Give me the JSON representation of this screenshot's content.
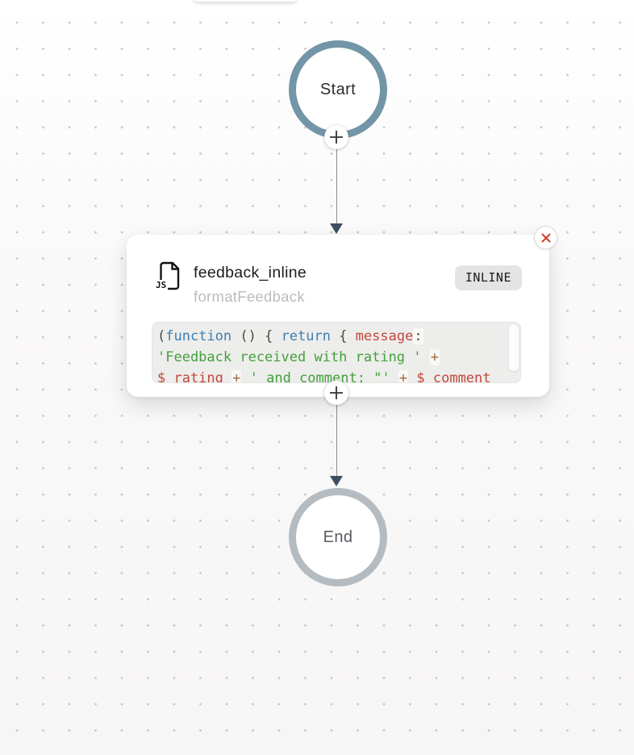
{
  "colors": {
    "start_border": "#7295a7",
    "end_border": "#b5bcc1",
    "arrow": "#3e4f63",
    "line": "#888d91",
    "close_x": "#d63a2e",
    "kw": "#3d7fb2",
    "str": "#44a03c",
    "variable": "#c2473d",
    "op": "#a8683a",
    "pun": "#4a4a4a",
    "code_bg": "#ededeb",
    "badge_bg": "#e4e4e4"
  },
  "icons": {
    "plus": "+",
    "close": "✕",
    "js_label": "JS"
  },
  "nodes": {
    "start": {
      "label": "Start"
    },
    "end": {
      "label": "End"
    }
  },
  "task_card": {
    "title": "feedback_inline",
    "subtitle": "formatFeedback",
    "badge": "INLINE",
    "code_lines": [
      [
        {
          "t": "(",
          "c": "pun"
        },
        {
          "t": "function",
          "c": "kw"
        },
        {
          "t": " () { ",
          "c": "pun"
        },
        {
          "t": "return",
          "c": "kw"
        },
        {
          "t": " { ",
          "c": "pun"
        },
        {
          "t": "message",
          "c": "var"
        },
        {
          "t": ":",
          "c": "colon"
        }
      ],
      [
        {
          "t": "'Feedback received with rating ' ",
          "c": "str"
        },
        {
          "t": "+",
          "c": "op"
        }
      ],
      [
        {
          "t": "$_rating",
          "c": "var"
        },
        {
          "t": " ",
          "c": "pun"
        },
        {
          "t": "+",
          "c": "op"
        },
        {
          "t": " ",
          "c": "pun"
        },
        {
          "t": "' and comment: \"'",
          "c": "str"
        },
        {
          "t": " ",
          "c": "pun"
        },
        {
          "t": "+",
          "c": "op"
        },
        {
          "t": " ",
          "c": "pun"
        },
        {
          "t": "$_comment",
          "c": "var"
        }
      ]
    ]
  }
}
